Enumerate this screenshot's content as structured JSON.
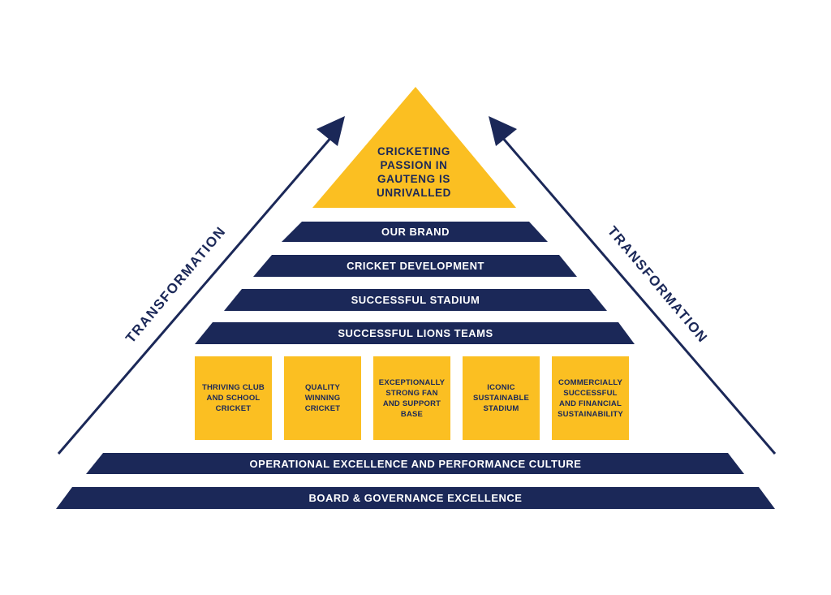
{
  "colors": {
    "navy": "#1b2858",
    "yellow": "#fbbf22",
    "background": "#ffffff"
  },
  "apex": {
    "text": "CRICKETING\nPASSION IN\nGAUTENG IS\nUNRIVALLED"
  },
  "tiers": {
    "brand": "OUR BRAND",
    "development": "CRICKET DEVELOPMENT",
    "stadium": "SUCCESSFUL STADIUM",
    "lions": "SUCCESSFUL LIONS TEAMS",
    "operational": "OPERATIONAL EXCELLENCE AND PERFORMANCE CULTURE",
    "board": "BOARD & GOVERNANCE EXCELLENCE"
  },
  "pillars": [
    {
      "label": "THRIVING CLUB\nAND SCHOOL\nCRICKET"
    },
    {
      "label": "QUALITY\nWINNING\nCRICKET"
    },
    {
      "label": "EXCEPTIONALLY\nSTRONG FAN\nAND SUPPORT\nBASE"
    },
    {
      "label": "ICONIC\nSUSTAINABLE\nSTADIUM"
    },
    {
      "label": "COMMERCIALLY\nSUCCESSFUL\nAND FINANCIAL\nSUSTAINABILITY"
    }
  ],
  "arrows": {
    "left_label": "TRANSFORMATION",
    "right_label": "TRANSFORMATION",
    "left_icon": "arrow-up-right-icon",
    "right_icon": "arrow-up-left-icon"
  }
}
